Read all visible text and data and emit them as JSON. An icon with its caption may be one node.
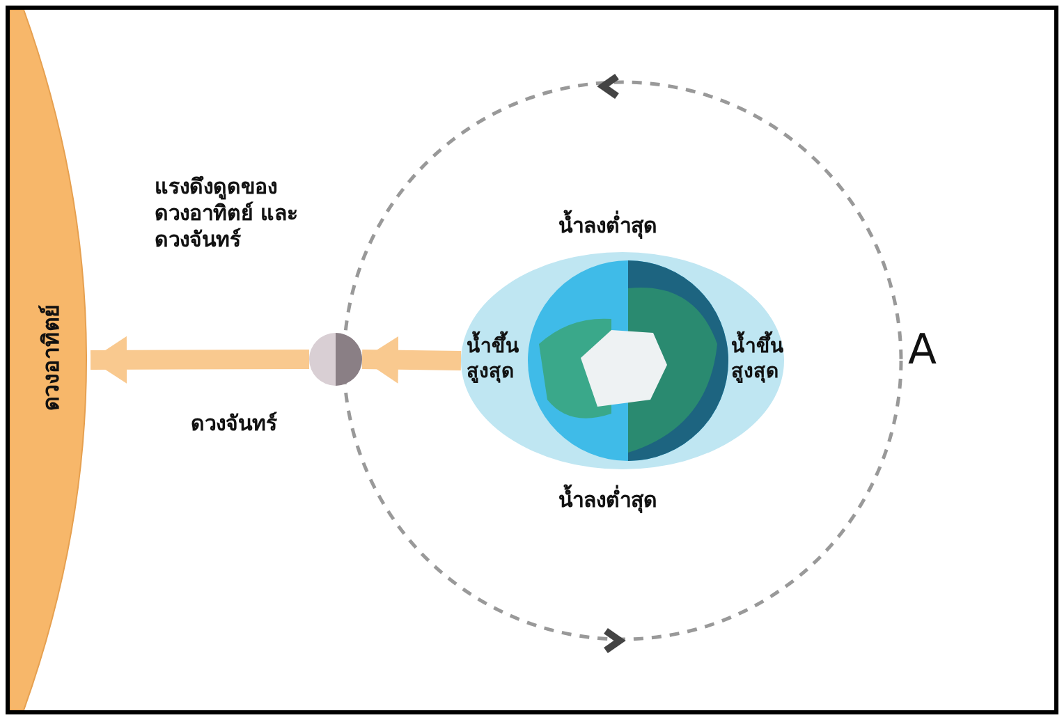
{
  "diagram": {
    "nodes": [
      {
        "text": [
          "ดวงอาทิตย์"
        ]
      },
      {
        "text": [],
        "shape": "circle",
        "beside": [
          "ดวงจันทร์"
        ]
      },
      {
        "text": [
          "น้ำขึ้น สูงสุด",
          "น้ำขึ้น สูงสุด"
        ]
      },
      {
        "text": [],
        "shape": "picture",
        "in": 2
      }
    ],
    "edges": [
      {
        "from": 2,
        "to": 1,
        "arrow": "to"
      },
      {
        "from": 1,
        "to": 0,
        "arrow": "to"
      }
    ],
    "labels": [
      "แรงดึงดูดของ ดวงอาทิตย์ และดวงจันทร์",
      "น้ำลงต่ำสุด",
      "น้ำลงต่ำสุด",
      "A"
    ]
  }
}
